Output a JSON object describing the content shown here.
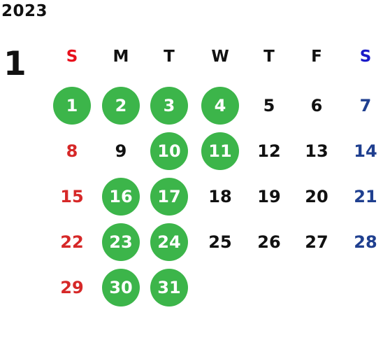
{
  "calendar": {
    "year": "2023",
    "month": "1",
    "weekdays": [
      "S",
      "M",
      "T",
      "W",
      "T",
      "F",
      "S"
    ],
    "days": [
      {
        "label": "1",
        "highlighted": true
      },
      {
        "label": "2",
        "highlighted": true
      },
      {
        "label": "3",
        "highlighted": true
      },
      {
        "label": "4",
        "highlighted": true
      },
      {
        "label": "5",
        "highlighted": false
      },
      {
        "label": "6",
        "highlighted": false
      },
      {
        "label": "7",
        "highlighted": false
      },
      {
        "label": "8",
        "highlighted": false
      },
      {
        "label": "9",
        "highlighted": false
      },
      {
        "label": "10",
        "highlighted": true
      },
      {
        "label": "11",
        "highlighted": true
      },
      {
        "label": "12",
        "highlighted": false
      },
      {
        "label": "13",
        "highlighted": false
      },
      {
        "label": "14",
        "highlighted": false
      },
      {
        "label": "15",
        "highlighted": false
      },
      {
        "label": "16",
        "highlighted": true
      },
      {
        "label": "17",
        "highlighted": true
      },
      {
        "label": "18",
        "highlighted": false
      },
      {
        "label": "19",
        "highlighted": false
      },
      {
        "label": "20",
        "highlighted": false
      },
      {
        "label": "21",
        "highlighted": false
      },
      {
        "label": "22",
        "highlighted": false
      },
      {
        "label": "23",
        "highlighted": true
      },
      {
        "label": "24",
        "highlighted": true
      },
      {
        "label": "25",
        "highlighted": false
      },
      {
        "label": "26",
        "highlighted": false
      },
      {
        "label": "27",
        "highlighted": false
      },
      {
        "label": "28",
        "highlighted": false
      },
      {
        "label": "29",
        "highlighted": false
      },
      {
        "label": "30",
        "highlighted": true
      },
      {
        "label": "31",
        "highlighted": true
      }
    ]
  },
  "colors": {
    "default_text": "#111111",
    "sunday_header": "#e8101c",
    "saturday_header": "#1a1ac8",
    "sunday_day": "#d62828",
    "saturday_day": "#1f3f8f",
    "highlight_fill": "#3cb54a",
    "highlight_text": "#ffffff"
  }
}
